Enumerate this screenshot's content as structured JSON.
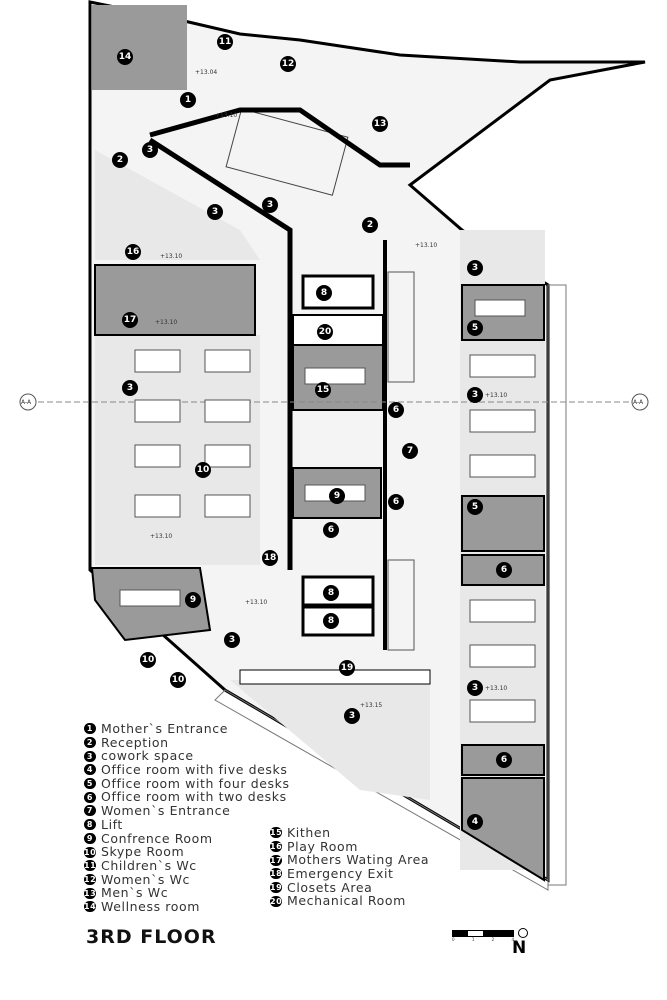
{
  "title": "3RD FLOOR",
  "north_label": "N",
  "scale_ticks": [
    "0",
    "1",
    "2",
    "4"
  ],
  "section_label": "A-A",
  "levels": [
    "+13.04",
    "+13.10",
    "+13.15"
  ],
  "legend": [
    {
      "num": "1",
      "label": "Mother`s Entrance"
    },
    {
      "num": "2",
      "label": "Reception"
    },
    {
      "num": "3",
      "label": "cowork space"
    },
    {
      "num": "4",
      "label": "Office room with five desks"
    },
    {
      "num": "5",
      "label": "Office room with four desks"
    },
    {
      "num": "6",
      "label": "Office room with two desks"
    },
    {
      "num": "7",
      "label": "Women`s Entrance"
    },
    {
      "num": "8",
      "label": "Lift"
    },
    {
      "num": "9",
      "label": "Confrence Room"
    },
    {
      "num": "10",
      "label": "Skype Room"
    },
    {
      "num": "11",
      "label": "Children`s Wc"
    },
    {
      "num": "12",
      "label": "Women`s Wc"
    },
    {
      "num": "13",
      "label": "Men`s Wc"
    },
    {
      "num": "14",
      "label": "Wellness room"
    },
    {
      "num": "15",
      "label": "Kithen"
    },
    {
      "num": "16",
      "label": "Play Room"
    },
    {
      "num": "17",
      "label": "Mothers Wating Area"
    },
    {
      "num": "18",
      "label": "Emergency Exit"
    },
    {
      "num": "19",
      "label": "Closets Area"
    },
    {
      "num": "20",
      "label": "Mechanical Room"
    }
  ]
}
